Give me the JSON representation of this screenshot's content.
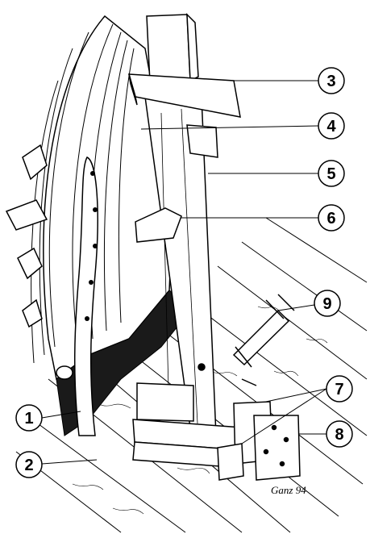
{
  "callouts": [
    {
      "id": "c1",
      "label": "1"
    },
    {
      "id": "c2",
      "label": "2"
    },
    {
      "id": "c3",
      "label": "3"
    },
    {
      "id": "c4",
      "label": "4"
    },
    {
      "id": "c5",
      "label": "5"
    },
    {
      "id": "c6",
      "label": "6"
    },
    {
      "id": "c7",
      "label": "7"
    },
    {
      "id": "c8",
      "label": "8"
    },
    {
      "id": "c9",
      "label": "9"
    }
  ],
  "signature": {
    "text": "Ganz 94"
  },
  "colors": {
    "ink": "#000000",
    "paper": "#ffffff",
    "shade": "#1a1a1a"
  }
}
